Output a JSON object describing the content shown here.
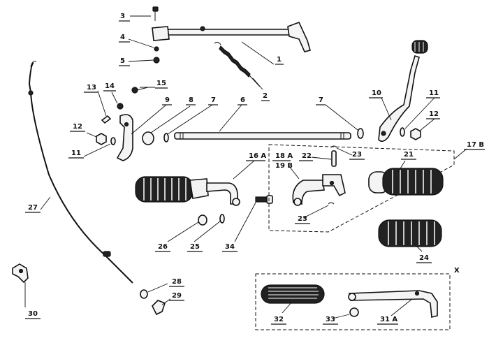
{
  "diagram": {
    "labels": {
      "l1": "1",
      "l2": "2",
      "l3": "3",
      "l4": "4",
      "l5": "5",
      "l6": "6",
      "l7a": "7",
      "l7b": "7",
      "l8": "8",
      "l9": "9",
      "l10": "10",
      "l11a": "11",
      "l11b": "11",
      "l12a": "12",
      "l12b": "12",
      "l13": "13",
      "l14": "14",
      "l15": "15",
      "l16a": "16 A",
      "l18a": "18 A",
      "l19b": "19 B",
      "l17b": "17 B",
      "l21": "21",
      "l22": "22",
      "l23a": "23",
      "l23b": "23",
      "l24": "24",
      "l25": "25",
      "l26": "26",
      "l27": "27",
      "l28": "28",
      "l29": "29",
      "l30": "30",
      "l31a": "31 A",
      "l32": "32",
      "l33": "33",
      "l34": "34",
      "lx": "X"
    }
  }
}
